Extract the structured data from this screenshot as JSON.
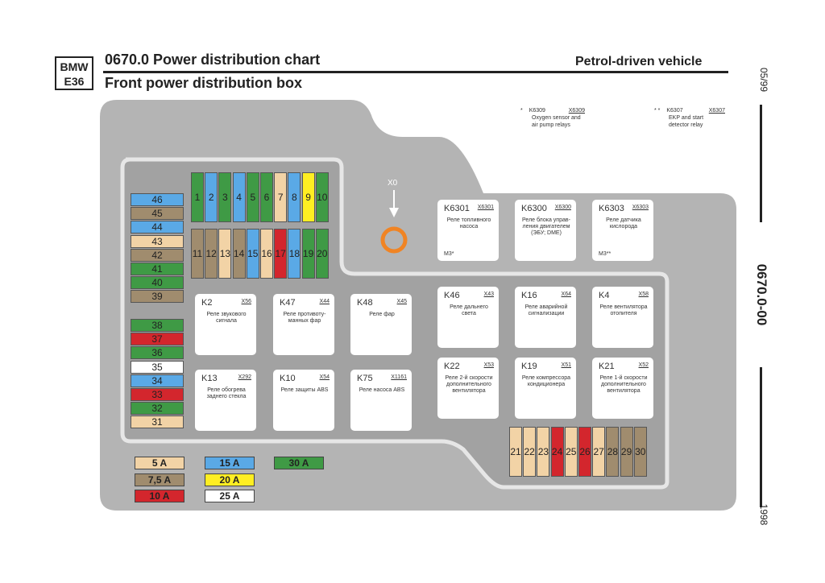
{
  "header": {
    "badge_line1": "BMW",
    "badge_line2": "E36",
    "title_main": "0670.0 Power distribution chart",
    "title_sub": "Front power distribution box",
    "title_right": "Petrol-driven vehicle"
  },
  "sidebar": {
    "date_top": "05/99",
    "code": "0670.0-00",
    "date_bottom": "1998"
  },
  "notes": [
    {
      "star": "*",
      "code": "K6309",
      "conn": "X6309",
      "line1": "Oxygen sensor and",
      "line2": "air pump relays"
    },
    {
      "star": "* *",
      "code": "K6307",
      "conn": "X6307",
      "line1": "EKP and start",
      "line2": "detector relay"
    }
  ],
  "x0_label": "X0",
  "colors": {
    "blue": "#5aa9e6",
    "brown": "#a08c6e",
    "beige": "#f2d3a6",
    "green": "#3f9a45",
    "red": "#d3262d",
    "white": "#ffffff",
    "yellow": "#ffee22",
    "box": "#b4b4b4",
    "inner": "#9e9e9e"
  },
  "fuses_top": [
    {
      "n": "1",
      "c": "green"
    },
    {
      "n": "2",
      "c": "blue"
    },
    {
      "n": "3",
      "c": "green"
    },
    {
      "n": "4",
      "c": "blue"
    },
    {
      "n": "5",
      "c": "green"
    },
    {
      "n": "6",
      "c": "green"
    },
    {
      "n": "7",
      "c": "beige"
    },
    {
      "n": "8",
      "c": "blue"
    },
    {
      "n": "9",
      "c": "yellow"
    },
    {
      "n": "10",
      "c": "green"
    }
  ],
  "fuses_mid": [
    {
      "n": "11",
      "c": "brown"
    },
    {
      "n": "12",
      "c": "brown"
    },
    {
      "n": "13",
      "c": "beige"
    },
    {
      "n": "14",
      "c": "brown"
    },
    {
      "n": "15",
      "c": "blue"
    },
    {
      "n": "16",
      "c": "beige"
    },
    {
      "n": "17",
      "c": "red"
    },
    {
      "n": "18",
      "c": "blue"
    },
    {
      "n": "19",
      "c": "green"
    },
    {
      "n": "20",
      "c": "green"
    }
  ],
  "fuses_left_a": [
    {
      "n": "46",
      "c": "blue"
    },
    {
      "n": "45",
      "c": "brown"
    },
    {
      "n": "44",
      "c": "blue"
    },
    {
      "n": "43",
      "c": "beige"
    },
    {
      "n": "42",
      "c": "brown"
    },
    {
      "n": "41",
      "c": "green"
    },
    {
      "n": "40",
      "c": "green"
    },
    {
      "n": "39",
      "c": "brown"
    }
  ],
  "fuses_left_b": [
    {
      "n": "38",
      "c": "green"
    },
    {
      "n": "37",
      "c": "red"
    },
    {
      "n": "36",
      "c": "green"
    },
    {
      "n": "35",
      "c": "white"
    },
    {
      "n": "34",
      "c": "blue"
    },
    {
      "n": "33",
      "c": "red"
    },
    {
      "n": "32",
      "c": "green"
    },
    {
      "n": "31",
      "c": "beige"
    }
  ],
  "fuses_bottom": [
    {
      "n": "21",
      "c": "beige"
    },
    {
      "n": "22",
      "c": "beige"
    },
    {
      "n": "23",
      "c": "beige"
    },
    {
      "n": "24",
      "c": "red"
    },
    {
      "n": "25",
      "c": "beige"
    },
    {
      "n": "26",
      "c": "red"
    },
    {
      "n": "27",
      "c": "beige"
    },
    {
      "n": "28",
      "c": "brown"
    },
    {
      "n": "29",
      "c": "brown"
    },
    {
      "n": "30",
      "c": "brown"
    }
  ],
  "relays": [
    {
      "name": "K6301",
      "conn": "X6301",
      "desc": "Реле топливного насоса",
      "mark": "M3*"
    },
    {
      "name": "K6300",
      "conn": "X6300",
      "desc": "Реле блока управ- ления двигателем (ЭБУ; DME)",
      "mark": ""
    },
    {
      "name": "K6303",
      "conn": "X6303",
      "desc": "Реле датчика кислорода",
      "mark": "M3**"
    },
    {
      "name": "K2",
      "conn": "X56",
      "desc": "Реле звукового сигнала",
      "mark": ""
    },
    {
      "name": "K47",
      "conn": "X44",
      "desc": "Реле противоту- манных фар",
      "mark": ""
    },
    {
      "name": "K48",
      "conn": "X45",
      "desc": "Реле фар",
      "mark": ""
    },
    {
      "name": "K46",
      "conn": "X43",
      "desc": "Реле дальнего света",
      "mark": ""
    },
    {
      "name": "K16",
      "conn": "X64",
      "desc": "Реле аварийной сигнализации",
      "mark": ""
    },
    {
      "name": "K4",
      "conn": "X58",
      "desc": "Реле вентилятора отопителя",
      "mark": ""
    },
    {
      "name": "K13",
      "conn": "X292",
      "desc": "Реле обогрева заднего стекла",
      "mark": ""
    },
    {
      "name": "K10",
      "conn": "X54",
      "desc": "Реле защиты ABS",
      "mark": ""
    },
    {
      "name": "K75",
      "conn": "X1161",
      "desc": "Реле насоса ABS",
      "mark": ""
    },
    {
      "name": "K22",
      "conn": "X53",
      "desc": "Реле 2-й скорости дополнительного вентилятора",
      "mark": ""
    },
    {
      "name": "K19",
      "conn": "X51",
      "desc": "Реле компрессора кондиционера",
      "mark": ""
    },
    {
      "name": "K21",
      "conn": "X52",
      "desc": "Реле 1-й скорости дополнительного вентилятора",
      "mark": ""
    }
  ],
  "legend": [
    {
      "label": "5 A",
      "c": "beige"
    },
    {
      "label": "7,5 A",
      "c": "brown"
    },
    {
      "label": "10 A",
      "c": "red"
    },
    {
      "label": "15 A",
      "c": "blue"
    },
    {
      "label": "20 A",
      "c": "yellow"
    },
    {
      "label": "25 A",
      "c": "white"
    },
    {
      "label": "30 A",
      "c": "green"
    }
  ]
}
